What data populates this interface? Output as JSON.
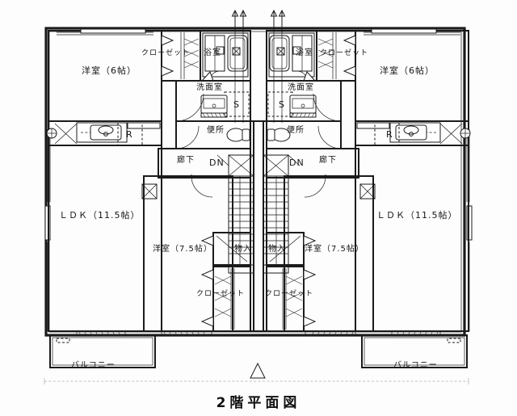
{
  "document": {
    "title": "2階平面図",
    "title_romaji": "2nd Floor Plan",
    "north_marker": "△"
  },
  "units": [
    {
      "side": "left",
      "rooms": [
        {
          "name": "洋室（6帖）",
          "type": "western-room",
          "size": "6帖"
        },
        {
          "name": "ＬＤＫ（11.5帖）",
          "type": "ldk",
          "size": "11.5帖"
        },
        {
          "name": "洋室（7.5帖）",
          "type": "western-room",
          "size": "7.5帖"
        },
        {
          "name": "クローゼット",
          "type": "closet"
        },
        {
          "name": "クローゼット",
          "type": "closet"
        },
        {
          "name": "物入",
          "type": "storage"
        },
        {
          "name": "浴室",
          "type": "bathroom"
        },
        {
          "name": "洗面室",
          "type": "washroom"
        },
        {
          "name": "便所",
          "type": "toilet"
        },
        {
          "name": "廊下",
          "type": "hallway"
        },
        {
          "name": "バルコニー",
          "type": "balcony"
        }
      ],
      "markers": {
        "stairs_down": "DN",
        "washer": "S",
        "refrigerator": "R"
      }
    },
    {
      "side": "right",
      "rooms": [
        {
          "name": "洋室（6帖）",
          "type": "western-room",
          "size": "6帖"
        },
        {
          "name": "ＬＤＫ（11.5帖）",
          "type": "ldk",
          "size": "11.5帖"
        },
        {
          "name": "洋室（7.5帖）",
          "type": "western-room",
          "size": "7.5帖"
        },
        {
          "name": "クローゼット",
          "type": "closet"
        },
        {
          "name": "クローゼット",
          "type": "closet"
        },
        {
          "name": "物入",
          "type": "storage"
        },
        {
          "name": "浴室",
          "type": "bathroom"
        },
        {
          "name": "洗面室",
          "type": "washroom"
        },
        {
          "name": "便所",
          "type": "toilet"
        },
        {
          "name": "廊下",
          "type": "hallway"
        },
        {
          "name": "バルコニー",
          "type": "balcony"
        }
      ],
      "markers": {
        "stairs_down": "DN",
        "washer": "S",
        "refrigerator": "R"
      }
    }
  ],
  "labels": {
    "bed6_left": "洋室（6帖）",
    "bed6_right": "洋室（6帖）",
    "closet_top_left": "クローゼット",
    "closet_top_right": "クローゼット",
    "bath_left": "浴室",
    "bath_right": "浴室",
    "wash_left": "洗面室",
    "wash_right": "洗面室",
    "toilet_left": "便所",
    "toilet_right": "便所",
    "hall_left": "廊下",
    "hall_right": "廊下",
    "dn_left": "DN",
    "dn_right": "DN",
    "ldk_left": "ＬＤＫ（11.5帖）",
    "ldk_right": "ＬＤＫ（11.5帖）",
    "bed75_left": "洋室（7.5帖）",
    "bed75_right": "洋室（7.5帖）",
    "storage_left": "物入",
    "storage_right": "物入",
    "closet_bot_left": "クローゼット",
    "closet_bot_right": "クローゼット",
    "balcony_left": "バルコニー",
    "balcony_right": "バルコニー",
    "washer_left": "S",
    "washer_right": "S",
    "fridge_left": "R",
    "fridge_right": "R"
  },
  "colors": {
    "wall": "#1b1b1b",
    "background": "#fdfdfd",
    "text": "#141414"
  }
}
